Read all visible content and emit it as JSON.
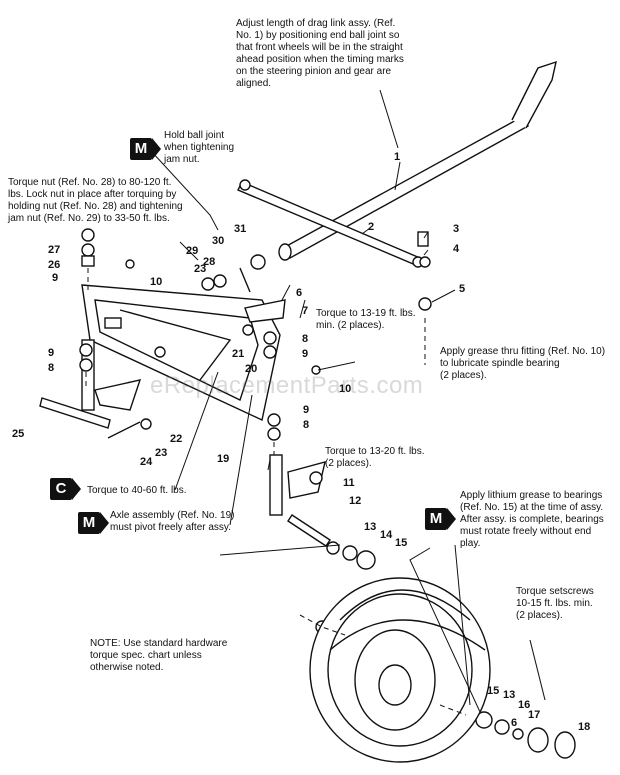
{
  "notes": {
    "drag_link": "Adjust length of drag link assy. (Ref.\nNo. 1) by positioning end ball joint so\nthat front wheels will be in the straight\nahead position when the timing marks\non the steering pinion and gear are\naligned.",
    "hold_ball": "Hold ball joint\nwhen tightening\njam nut.",
    "torque_nut": "Torque nut (Ref. No. 28) to 80-120 ft.\nlbs. Lock nut in place after torquing by\nholding nut (Ref. No. 28) and tightening\njam nut (Ref. No. 29) to 33-50 ft. lbs.",
    "torque_13_19": "Torque to 13-19 ft. lbs.\nmin. (2 places).",
    "grease_fitting": "Apply grease thru fitting (Ref. No. 10)\nto lubricate spindle bearing\n(2 places).",
    "torque_13_20": "Torque to 13-20 ft. lbs.\n(2 places).",
    "torque_40_60": "Torque to 40-60 ft. lbs.",
    "axle_pivot": "Axle assembly (Ref. No. 19)\nmust pivot freely after assy.",
    "lithium": "Apply lithium grease to bearings\n(Ref. No. 15) at the time of assy.\nAfter assy. is complete, bearings\nmust rotate freely without end\nplay.",
    "setscrews": "Torque setscrews\n10-15 ft. lbs. min.\n(2 places).",
    "hardware": "NOTE: Use standard hardware\ntorque spec. chart unless\notherwise noted."
  },
  "badges": {
    "m1": "M",
    "c": "C",
    "m2": "M",
    "m3": "M"
  },
  "watermark": "eReplacementParts.com",
  "callouts": {
    "c1": "1",
    "c2": "2",
    "c3": "3",
    "c4": "4",
    "c5": "5",
    "c6": "6",
    "c7": "7",
    "c8a": "8",
    "c9a": "9",
    "c8b": "8",
    "c9b": "9",
    "c8c": "8",
    "c9c": "9",
    "c10a": "10",
    "c10b": "10",
    "c11": "11",
    "c12": "12",
    "c13a": "13",
    "c14": "14",
    "c15a": "15",
    "c15b": "15",
    "c13b": "13",
    "c6b": "6",
    "c16": "16",
    "c17": "17",
    "c18": "18",
    "c19": "19",
    "c20": "20",
    "c21": "21",
    "c22": "22",
    "c23a": "23",
    "c23b": "23",
    "c24": "24",
    "c25": "25",
    "c26": "26",
    "c27": "27",
    "c9d": "9",
    "c28": "28",
    "c29": "29",
    "c30": "30",
    "c31": "31"
  }
}
